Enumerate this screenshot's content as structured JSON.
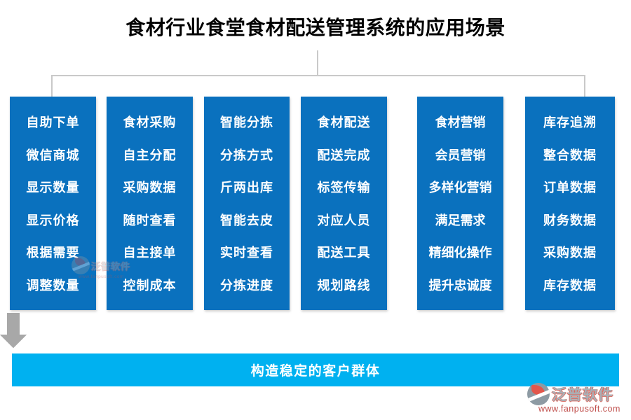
{
  "title": "食材行业食堂食材配送管理系统的应用场景",
  "columns": [
    {
      "items": [
        "自助下单",
        "微信商城",
        "显示数量",
        "显示价格",
        "根据需要",
        "调整数量"
      ]
    },
    {
      "items": [
        "食材采购",
        "自主分配",
        "采购数据",
        "随时查看",
        "自主接单",
        "控制成本"
      ]
    },
    {
      "items": [
        "智能分拣",
        "分拣方式",
        "斤两出库",
        "智能去皮",
        "实时查看",
        "分拣进度"
      ]
    },
    {
      "items": [
        "食材配送",
        "配送完成",
        "标签传输",
        "对应人员",
        "配送工具",
        "规划路线"
      ]
    },
    {
      "items": [
        "食材营销",
        "会员营销",
        "多样化营销",
        "满足需求",
        "精细化操作",
        "提升忠诚度"
      ]
    },
    {
      "items": [
        "库存追溯",
        "整合数据",
        "订单数据",
        "财务数据",
        "采购数据",
        "库存数据"
      ]
    }
  ],
  "footer": {
    "label": "构造稳定的客户群体"
  },
  "watermark": {
    "brand": "泛普软件",
    "url": "www.fanpusoft.com"
  },
  "colors": {
    "column_blue": "#0a71be",
    "footer_cyan": "#00b1f0",
    "arrow_gray": "#a8a8a8",
    "line_gray": "#c9c9c9"
  },
  "arrow_count": 6
}
